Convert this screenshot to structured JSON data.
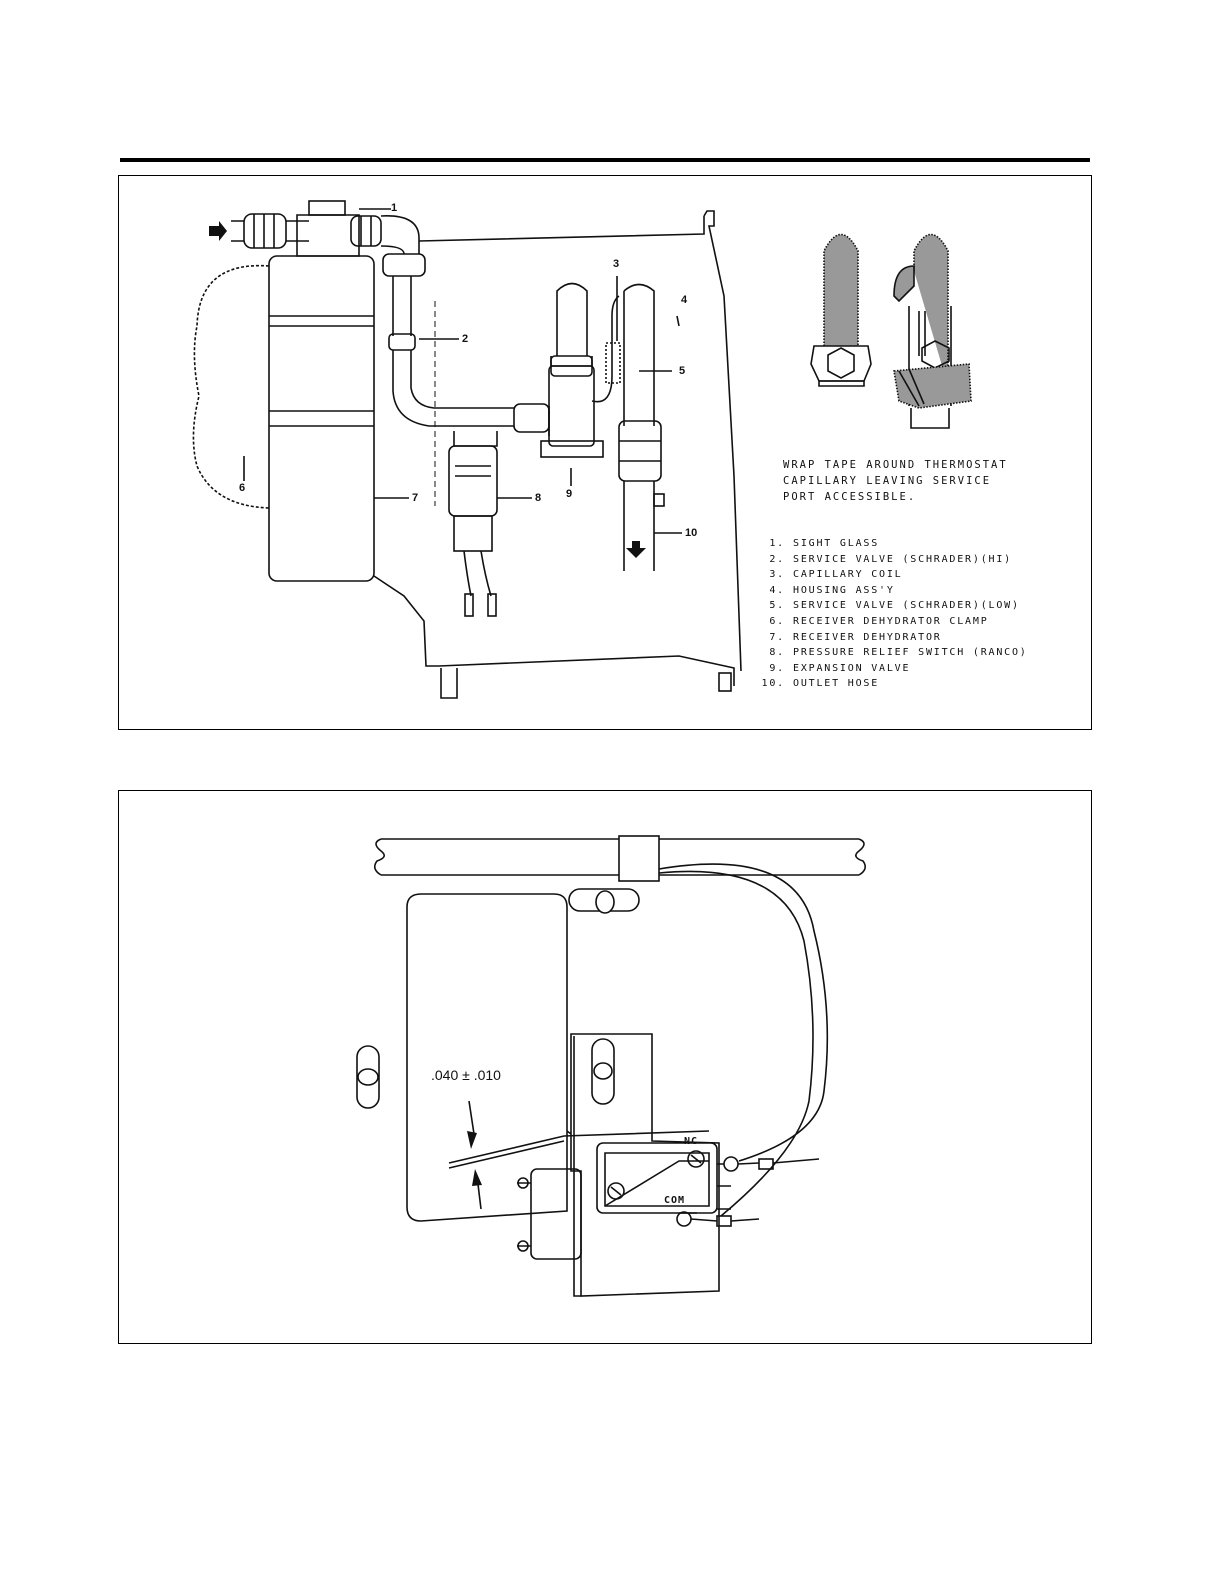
{
  "figure1": {
    "note_lines": [
      "WRAP TAPE AROUND THERMOSTAT",
      "CAPILLARY LEAVING SERVICE",
      "PORT ACCESSIBLE."
    ],
    "callouts": [
      "1",
      "2",
      "3",
      "4",
      "5",
      "6",
      "7",
      "8",
      "9",
      "10"
    ],
    "legend": [
      {
        "num": "1.",
        "text": "SIGHT GLASS"
      },
      {
        "num": "2.",
        "text": "SERVICE VALVE (SCHRADER)(HI)"
      },
      {
        "num": "3.",
        "text": "CAPILLARY COIL"
      },
      {
        "num": "4.",
        "text": "HOUSING ASS'Y"
      },
      {
        "num": "5.",
        "text": "SERVICE VALVE (SCHRADER)(LOW)"
      },
      {
        "num": "6.",
        "text": "RECEIVER DEHYDRATOR CLAMP"
      },
      {
        "num": "7.",
        "text": "RECEIVER DEHYDRATOR"
      },
      {
        "num": "8.",
        "text": "PRESSURE RELIEF SWITCH (RANCO)"
      },
      {
        "num": "9.",
        "text": "EXPANSION VALVE"
      },
      {
        "num": "10.",
        "text": "OUTLET HOSE"
      }
    ]
  },
  "figure2": {
    "gap_label": ".040 ± .010",
    "nc_label": "NC",
    "com_label": "COM"
  }
}
